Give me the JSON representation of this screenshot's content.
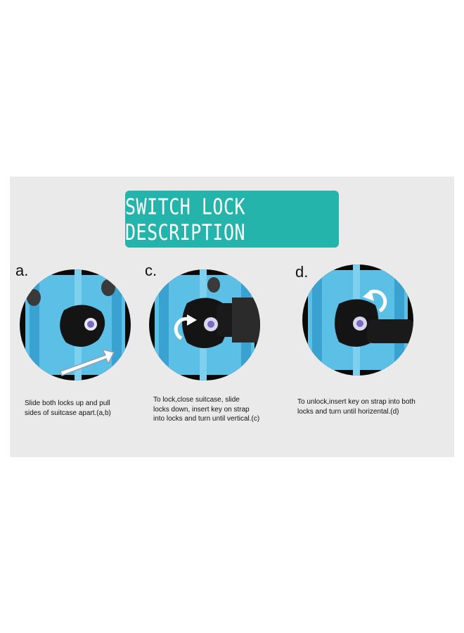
{
  "title": "SWITCH LOCK DESCRIPTION",
  "colors": {
    "accent": "#25b4ac",
    "panel": "#eaeaea",
    "suitcase": "#57b7e2"
  },
  "steps": [
    {
      "letter": "a.",
      "caption": "Slide both locks up and pull\nsides of suitcase apart.(a,b)",
      "icon": "slide-arrow-icon"
    },
    {
      "letter": "c.",
      "caption": "To lock,close suitcase, slide\nlocks down, insert key on strap\ninto locks and turn until vertical.(c)",
      "icon": "rotate-clockwise-icon"
    },
    {
      "letter": "d.",
      "caption": "To unlock,insert key on strap into both\n locks and turn until horizental.(d)",
      "icon": "rotate-counterclockwise-icon"
    }
  ]
}
